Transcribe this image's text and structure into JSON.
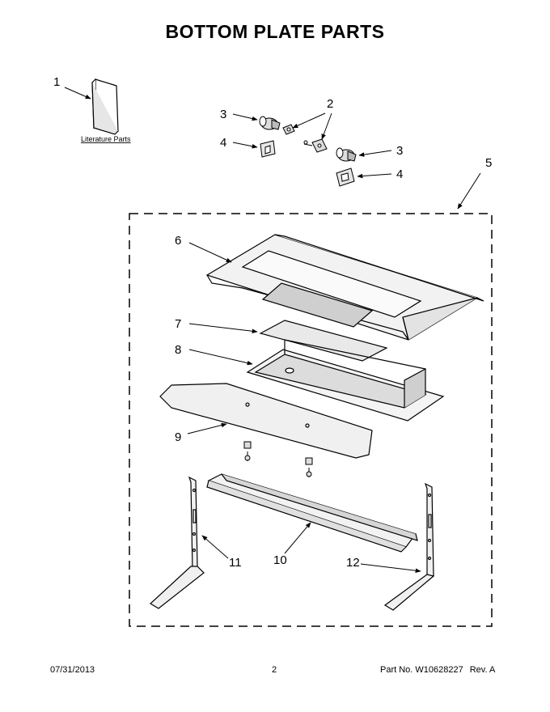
{
  "page": {
    "title": "BOTTOM PLATE PARTS"
  },
  "literature_label": "Literature Parts",
  "callouts": {
    "c1": "1",
    "c2": "2",
    "c3a": "3",
    "c3b": "3",
    "c4a": "4",
    "c4b": "4",
    "c5": "5",
    "c6": "6",
    "c7": "7",
    "c8": "8",
    "c9": "9",
    "c10": "10",
    "c11": "11",
    "c12": "12"
  },
  "footer": {
    "date": "07/31/2013",
    "page_number": "2",
    "part_no": "Part No. W10628227",
    "revision": "Rev. A"
  }
}
